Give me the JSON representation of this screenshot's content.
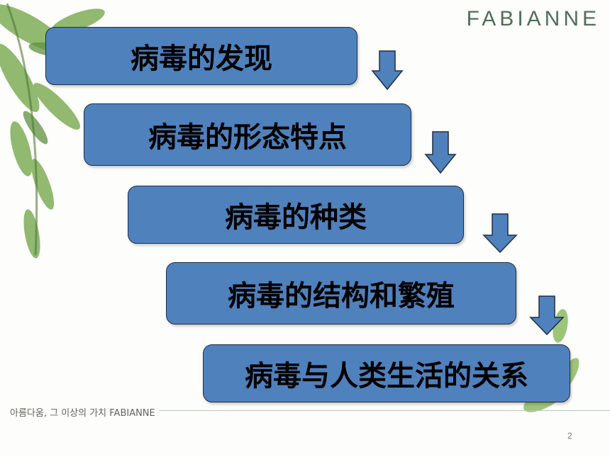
{
  "brand": {
    "name": "FABIANNE",
    "tagline": "아름다움, 그 이상의 가치 FABIANNE"
  },
  "steps": [
    {
      "label": "病毒的发现"
    },
    {
      "label": "病毒的形态特点"
    },
    {
      "label": "病毒的种类"
    },
    {
      "label": "病毒的结构和繁殖"
    },
    {
      "label": "病毒与人类生活的关系"
    }
  ],
  "page_number": "2",
  "colors": {
    "box_fill": "#4f81bd",
    "box_border": "#1f2d44",
    "arrow_fill": "#4f81bd",
    "brand": "#4f6f57"
  }
}
